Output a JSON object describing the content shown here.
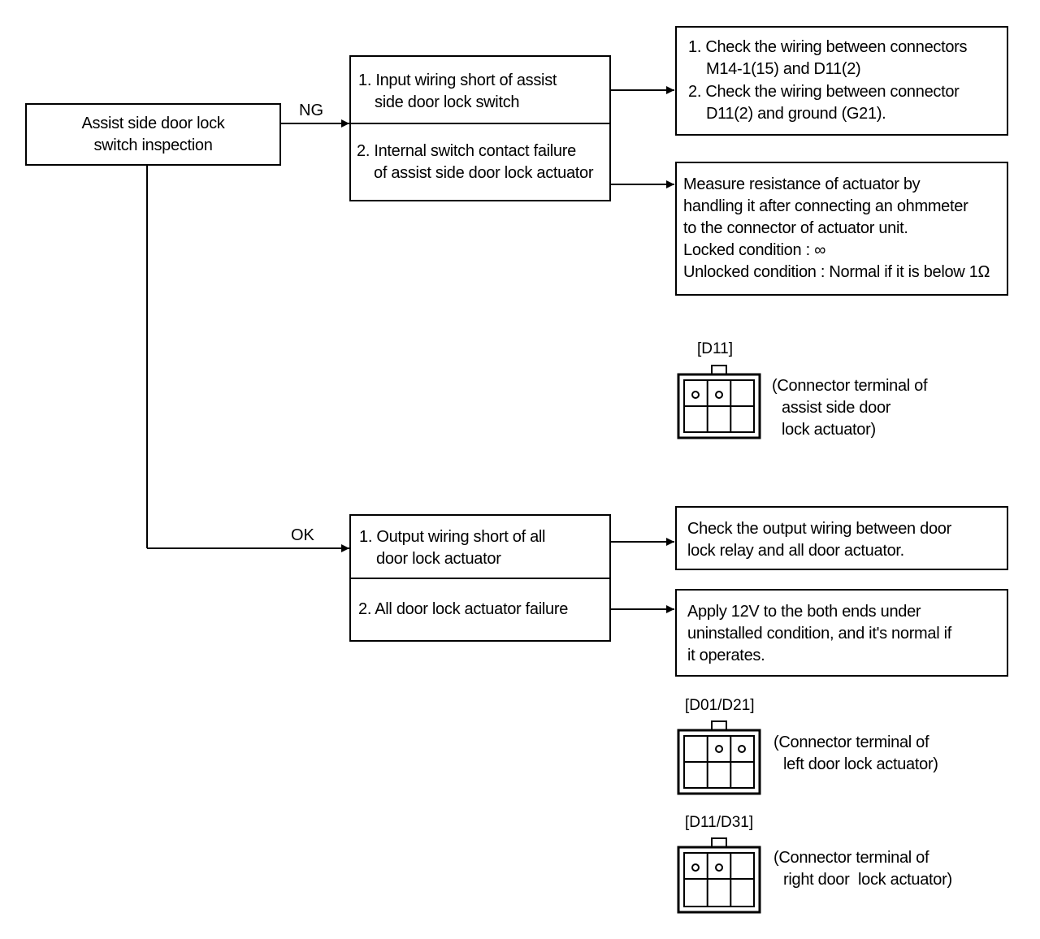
{
  "start_box": {
    "line1": "Assist side door lock",
    "line2": "switch inspection"
  },
  "branches": {
    "ng_label": "NG",
    "ok_label": "OK"
  },
  "ng_causes": {
    "cause1_line1": "1. Input wiring short of assist",
    "cause1_line2": "side door lock switch",
    "cause2_line1": "2. Internal switch contact failure",
    "cause2_line2": "of assist side door lock actuator"
  },
  "ng_actions": {
    "action1_line1": "1. Check the wiring between connectors",
    "action1_line2": "M14-1(15) and D11(2)",
    "action1_line3": "2. Check the wiring between connector",
    "action1_line4": "D11(2) and ground (G21).",
    "action2_line1": "Measure resistance of actuator by",
    "action2_line2": "handling it after connecting an ohmmeter",
    "action2_line3": "to the connector of actuator unit.",
    "action2_line4": "Locked condition : ∞",
    "action2_line5": "Unlocked condition : Normal if it is below 1Ω"
  },
  "ok_causes": {
    "cause1_line1": "1. Output wiring short of all",
    "cause1_line2": "door lock actuator",
    "cause2_line1": "2. All door lock actuator failure"
  },
  "ok_actions": {
    "action1_line1": "Check the output wiring between door",
    "action1_line2": "lock relay and all door actuator.",
    "action2_line1": "Apply 12V to the both ends under",
    "action2_line2": "uninstalled condition, and it's normal if",
    "action2_line3": "it operates."
  },
  "connectors": {
    "d11": {
      "title": "[D11]",
      "desc_line1": "(Connector terminal of",
      "desc_line2": "assist side door",
      "desc_line3": "lock actuator)"
    },
    "d01_d21": {
      "title": "[D01/D21]",
      "desc_line1": "(Connector terminal of",
      "desc_line2": "left door lock actuator)"
    },
    "d11_d31": {
      "title": "[D11/D31]",
      "desc_line1": "(Connector terminal of",
      "desc_line2": "right door  lock actuator)"
    }
  }
}
